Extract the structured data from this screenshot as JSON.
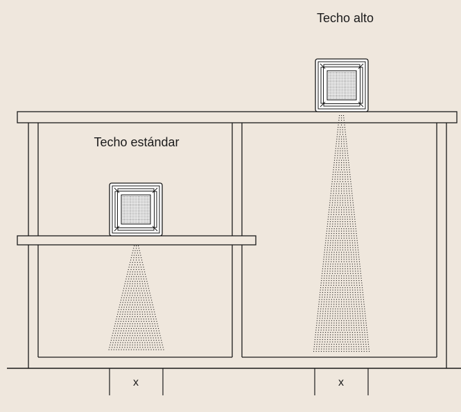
{
  "labels": {
    "high_ceiling": "Techo alto",
    "standard_ceiling": "Techo estándar",
    "distance_left": "x",
    "distance_right": "x"
  },
  "colors": {
    "background": "#efe7dd",
    "line": "#1a1a1a",
    "unit_face": "#ffffff"
  }
}
